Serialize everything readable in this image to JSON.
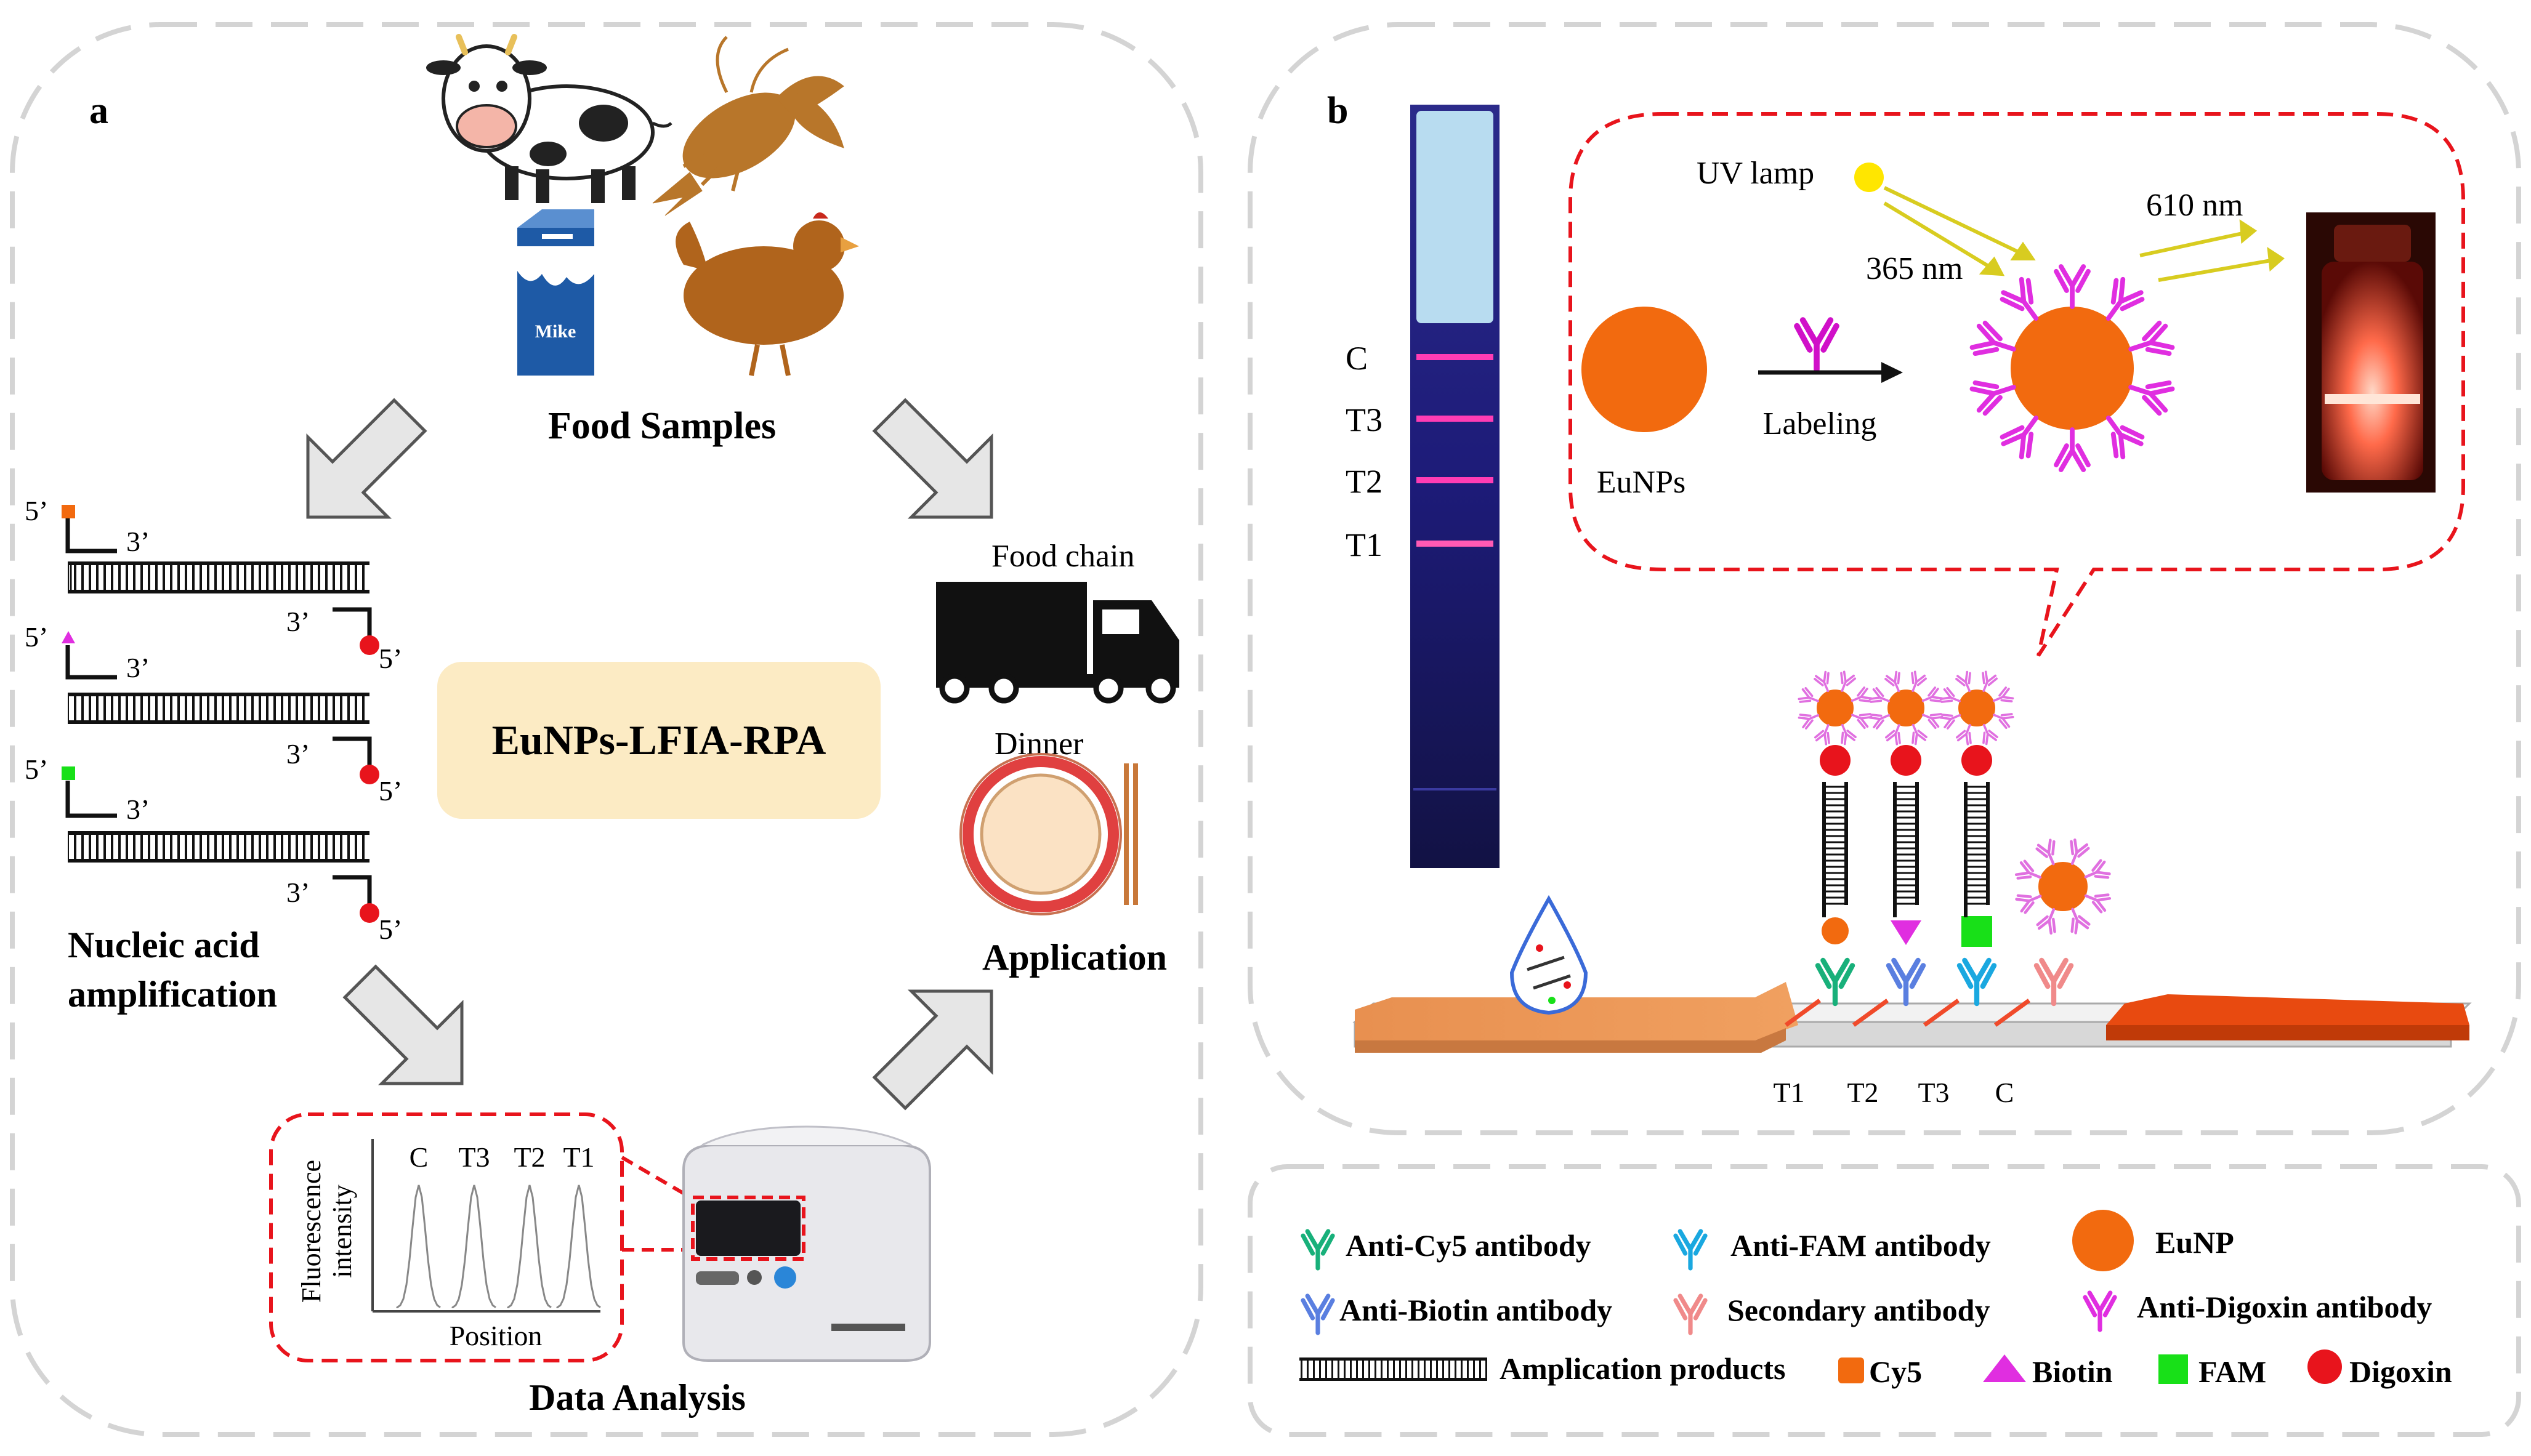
{
  "panel_a": {
    "label": "a",
    "food_samples": "Food Samples",
    "milk_label": "Mike",
    "center_box": "EuNPs-LFIA-RPA",
    "nucleic_line1": "Nucleic acid",
    "nucleic_line2": "amplification",
    "food_chain": "Food chain",
    "dinner": "Dinner",
    "application": "Application",
    "data_analysis": "Data Analysis",
    "chart": {
      "ylabel_line1": "Fluorescence",
      "ylabel_line2": "intensity",
      "xlabel": "Position",
      "peaks": [
        "C",
        "T3",
        "T2",
        "T1"
      ]
    },
    "dna": {
      "five_prime": "5’",
      "three_prime": "3’"
    }
  },
  "panel_b": {
    "label": "b",
    "strip_labels": [
      "C",
      "T3",
      "T2",
      "T1"
    ],
    "uv_lamp": "UV lamp",
    "nm_365": "365 nm",
    "nm_610": "610 nm",
    "eunps": "EuNPs",
    "labeling": "Labeling",
    "test_lines": [
      "T1",
      "T2",
      "T3",
      "C"
    ]
  },
  "legend": {
    "anti_cy5": "Anti-Cy5 antibody",
    "anti_fam": "Anti-FAM antibody",
    "eunp": "EuNP",
    "anti_biotin": "Anti-Biotin antibody",
    "secondary": "Secondary antibody",
    "anti_digoxin": "Anti-Digoxin antibody",
    "amplication": "Amplication products",
    "cy5": "Cy5",
    "biotin": "Biotin",
    "fam": "FAM",
    "digoxin": "Digoxin"
  },
  "colors": {
    "eunp_orange": "#f26a0f",
    "magenta": "#e02ee0",
    "red_dot": "#e8141c",
    "green": "#18b07a",
    "blue": "#5a7fe0",
    "cyan": "#1aa8e0",
    "pink": "#f08a8a",
    "cream_box": "#fcebc4",
    "strip_dark": "#1a1a6e"
  }
}
